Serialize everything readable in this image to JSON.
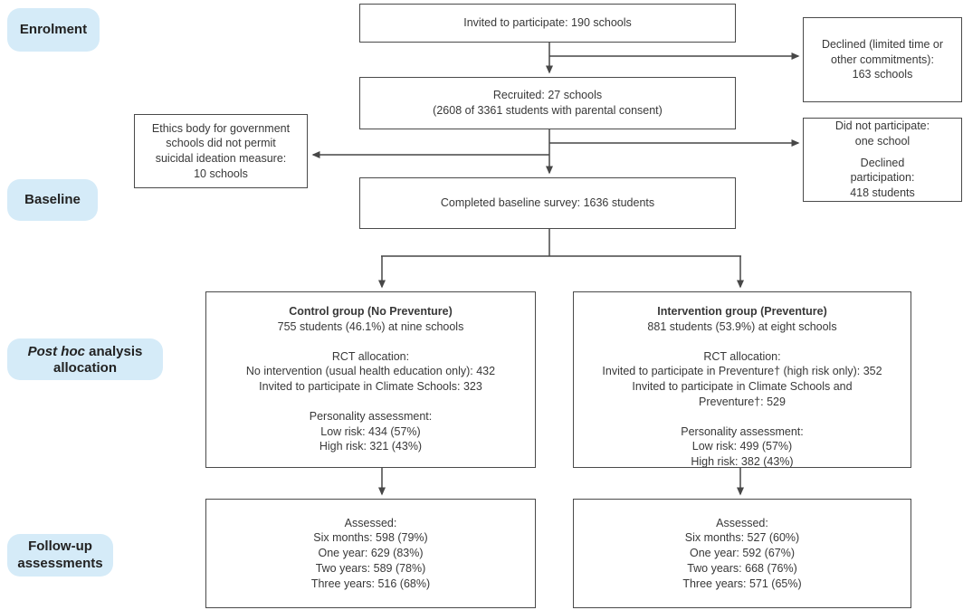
{
  "palette": {
    "label_bg": "#d5ebf8",
    "line_color": "#474747",
    "text_color": "#383838"
  },
  "stages": {
    "enrolment": "Enrolment",
    "baseline": "Baseline",
    "post_hoc_italic": "Post hoc",
    "post_hoc_rest": " analysis allocation",
    "follow_up": "Follow-up assessments"
  },
  "flow": {
    "invited": "Invited to participate: 190 schools",
    "declined": "Declined (limited time or\nother commitments):\n163 schools",
    "recruited": "Recruited: 27 schools\n(2608 of 3361 students with parental consent)",
    "ethics": "Ethics body for government\nschools did not permit\nsuicidal ideation measure:\n10 schools",
    "did_not_participate": {
      "para1": "Did not participate:\none school",
      "para2": "Declined\nparticipation:\n418 students"
    },
    "baseline_survey": "Completed baseline survey: 1636 students",
    "control": {
      "title": "Control group (No Preventure)",
      "subtitle": "755 students (46.1%) at nine schools",
      "rct": "RCT allocation:\nNo intervention (usual health education only): 432\nInvited to participate in Climate Schools: 323",
      "personality": "Personality assessment:\nLow risk: 434 (57%)\nHigh risk: 321 (43%)"
    },
    "intervention": {
      "title": "Intervention group (Preventure)",
      "subtitle": "881 students (53.9%) at eight schools",
      "rct": "RCT allocation:\nInvited to participate in Preventure† (high risk only): 352\nInvited to participate in Climate Schools and\nPreventure†: 529",
      "personality": "Personality assessment:\nLow risk: 499 (57%)\nHigh risk: 382 (43%)"
    },
    "followup_control": "Assessed:\nSix months: 598 (79%)\nOne year: 629 (83%)\nTwo years: 589 (78%)\nThree years: 516 (68%)",
    "followup_intervention": "Assessed:\nSix months: 527 (60%)\nOne year: 592 (67%)\nTwo years: 668 (76%)\nThree years: 571 (65%)"
  }
}
